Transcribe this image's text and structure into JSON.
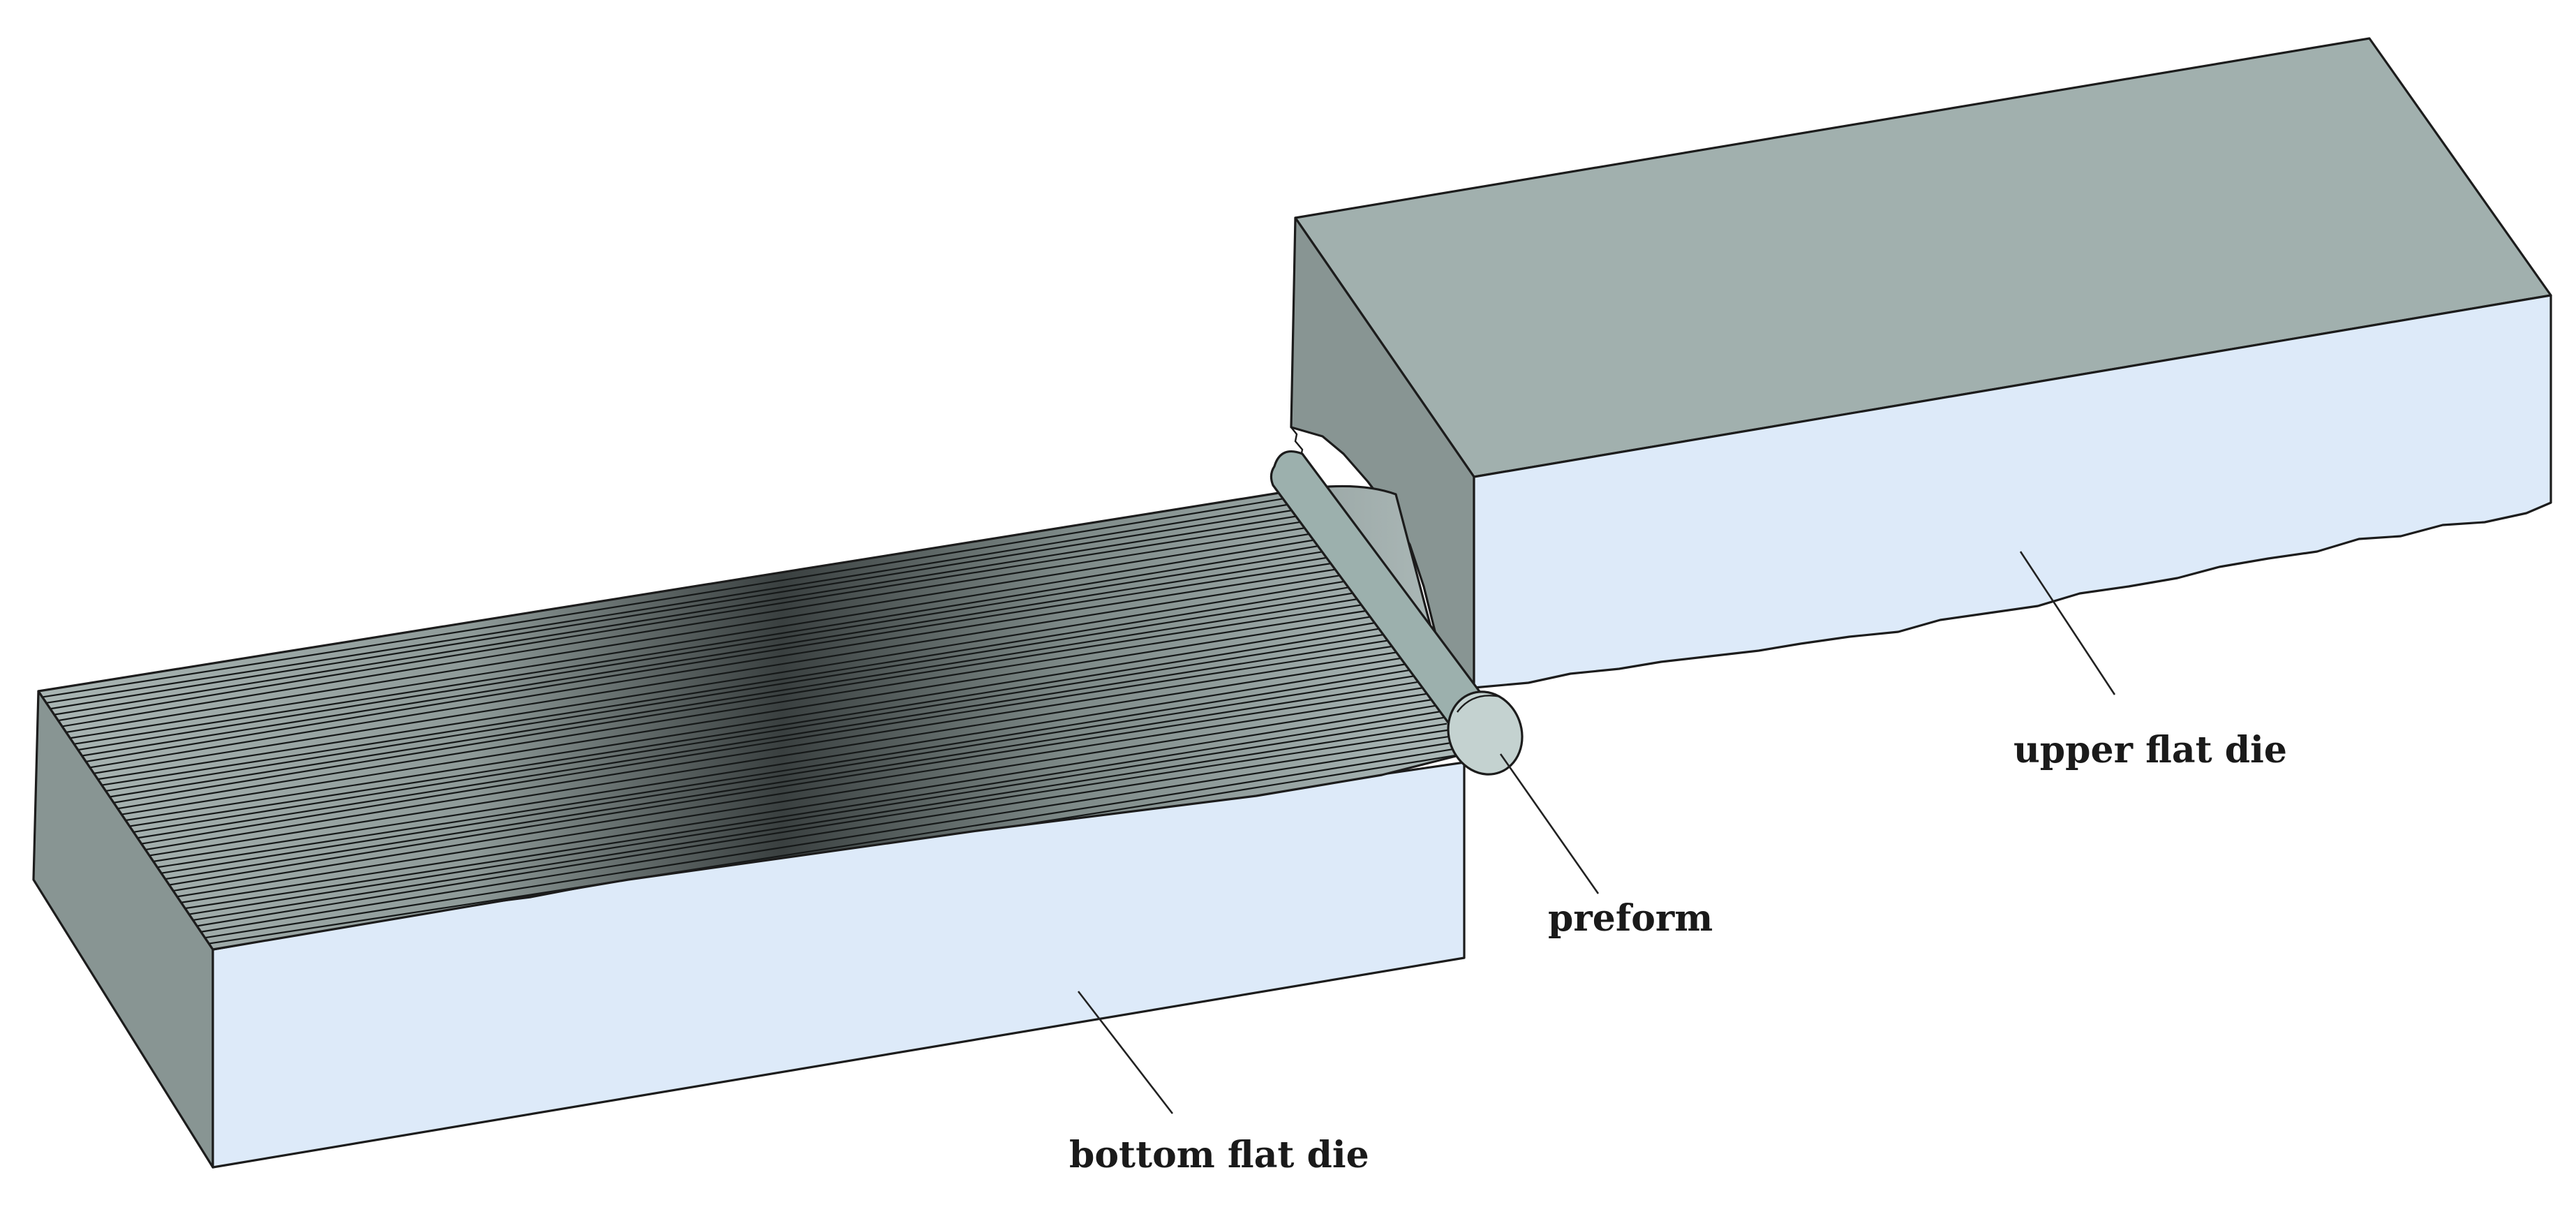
{
  "labels": {
    "upper_die": "upper flat die",
    "bottom_die": "bottom flat die",
    "preform": "preform"
  },
  "colors": {
    "die_top": "#a1b0ae",
    "die_side_dark": "#889593",
    "die_front": "#ddeaf9",
    "groove_light": "#aab8b6",
    "groove_dark": "#2a2e2e",
    "preform_body": "#a9bbb8",
    "preform_end": "#c4d2d0",
    "outline": "#1c1c1c"
  }
}
